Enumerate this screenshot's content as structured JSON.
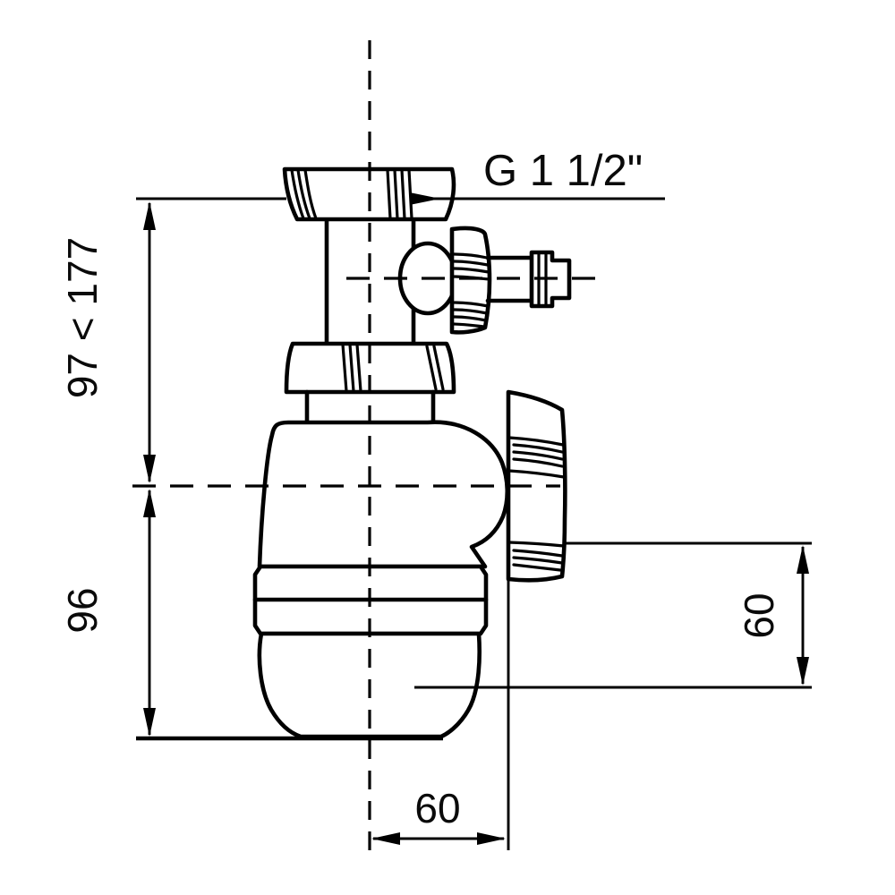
{
  "diagram": {
    "kind": "technical-drawing",
    "background": "#ffffff",
    "line_color": "#000000",
    "annotations": {
      "thread_size": "G 1 1/2\"",
      "telescopic_height_range": "97 < 177",
      "body_height": "96",
      "outlet_height": "60",
      "outlet_offset": "60"
    }
  }
}
